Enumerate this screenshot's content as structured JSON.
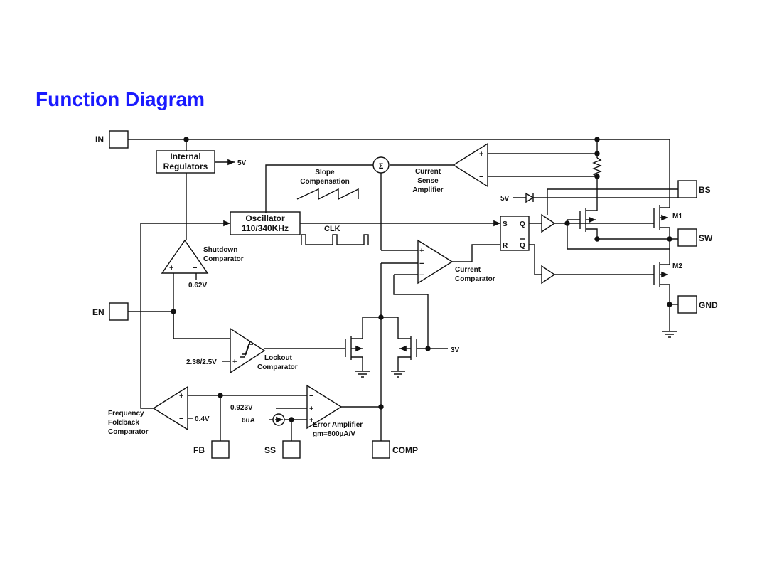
{
  "title": "Function Diagram",
  "pins": {
    "in": "IN",
    "en": "EN",
    "fb": "FB",
    "ss": "SS",
    "comp": "COMP",
    "bs": "BS",
    "sw": "SW",
    "gnd": "GND"
  },
  "blocks": {
    "regulators_line1": "Internal",
    "regulators_line2": "Regulators",
    "reg_out": "5V",
    "oscillator_line1": "Oscillator",
    "oscillator_line2": "110/340KHz",
    "clk": "CLK",
    "slope_line1": "Slope",
    "slope_line2": "Compensation",
    "sum_symbol": "Σ",
    "sense_line1": "Current",
    "sense_line2": "Sense",
    "sense_line3": "Amplifier",
    "shutdown_line1": "Shutdown",
    "shutdown_line2": "Comparator",
    "shutdown_ref": "0.62V",
    "lockout_line1": "Lockout",
    "lockout_line2": "Comparator",
    "lockout_ref": "2.38/2.5V",
    "current_comp_line1": "Current",
    "current_comp_line2": "Comparator",
    "freq_line1": "Frequency",
    "freq_line2": "Foldback",
    "freq_line3": "Comparator",
    "freq_ref": "0.4V",
    "ea_ref": "0.923V",
    "ss_current": "6uA",
    "ea_line1": "Error Amplifier",
    "ea_line2": "gm=800µA/V",
    "supply_3v": "3V",
    "supply_5v": "5V",
    "m1": "M1",
    "m2": "M2",
    "latch_s": "S",
    "latch_r": "R",
    "latch_q": "Q",
    "latch_qbar": "Q",
    "plus": "+",
    "minus": "−"
  }
}
